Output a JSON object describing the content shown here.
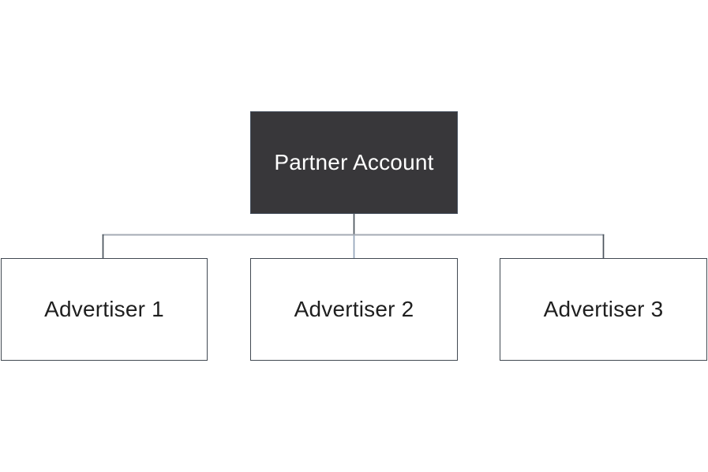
{
  "diagram": {
    "root": {
      "label": "Partner Account"
    },
    "children": [
      {
        "label": "Advertiser 1"
      },
      {
        "label": "Advertiser 2"
      },
      {
        "label": "Advertiser 3"
      }
    ],
    "colors": {
      "root_fill": "#38373a",
      "root_border": "#46505e",
      "root_text": "#ffffff",
      "child_fill": "#ffffff",
      "child_border": "#414952",
      "child_text": "#1f1f1f",
      "connector_dark": "#4a535c",
      "connector_light": "#a4abb4",
      "connector_center_drop": "#93a4ba"
    }
  }
}
